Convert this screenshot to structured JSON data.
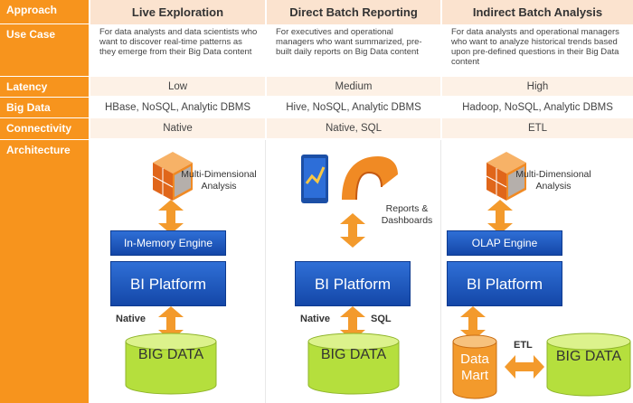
{
  "row_headers": {
    "approach": "Approach",
    "use_case": "Use Case",
    "latency": "Latency",
    "big_data": "Big Data",
    "connectivity": "Connectivity",
    "architecture": "Architecture"
  },
  "columns": [
    {
      "title": "Live Exploration",
      "use_case": "For data analysts and data scientists who want to discover real-time patterns as they emerge from their Big Data content",
      "latency": "Low",
      "big_data": "HBase, NoSQL, Analytic DBMS",
      "connectivity": "Native"
    },
    {
      "title": "Direct Batch Reporting",
      "use_case": "For executives and operational managers who want summarized, pre-built daily reports on Big Data content",
      "latency": "Medium",
      "big_data": "Hive, NoSQL, Analytic DBMS",
      "connectivity": "Native, SQL"
    },
    {
      "title": "Indirect Batch Analysis",
      "use_case": "For data analysts and operational managers who want to analyze historical trends based upon pre-defined questions in their Big Data content",
      "latency": "High",
      "big_data": "Hadoop, NoSQL, Analytic DBMS",
      "connectivity": "ETL"
    }
  ],
  "diagram": {
    "col1": {
      "cube_label": "Multi-Dimensional Analysis",
      "engine": "In-Memory Engine",
      "platform": "BI Platform",
      "link_label": "Native",
      "db_label": "BIG DATA"
    },
    "col2": {
      "reports_label": "Reports & Dashboards",
      "platform": "BI Platform",
      "link_left": "Native",
      "link_right": "SQL",
      "db_label": "BIG DATA"
    },
    "col3": {
      "cube_label": "Multi-Dimensional Analysis",
      "engine": "OLAP Engine",
      "platform": "BI Platform",
      "mart_label": "Data Mart",
      "etl_label": "ETL",
      "db_label": "BIG DATA"
    }
  },
  "colors": {
    "header_orange": "#f7941d",
    "header_light": "#fbe3cf",
    "row_light": "#fdf1e6",
    "blue": "#1a56c4",
    "arrow_orange": "#f39a2c",
    "db_green": "#b5df3d"
  }
}
